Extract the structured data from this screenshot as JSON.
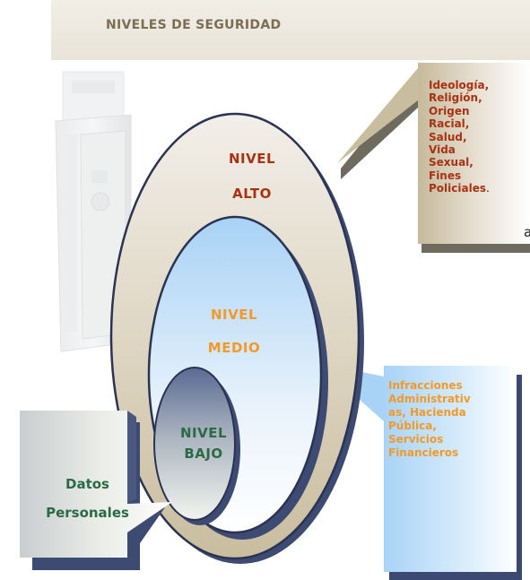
{
  "title": "NIVELES DE SEGURIDAD",
  "levels": {
    "alto": {
      "line1": "NIVEL",
      "line2": "ALTO"
    },
    "medio": {
      "line1": "NIVEL",
      "line2": "MEDIO"
    },
    "bajo": {
      "line1": "NIVEL",
      "line2": "BAJO"
    }
  },
  "callouts": {
    "alto": {
      "lines": [
        "Ideología,",
        "Religión,",
        "Origen",
        "Racial,",
        "Salud,",
        "Vida",
        "Sexual,",
        "Fines"
      ],
      "last": "Policiales",
      "period": "."
    },
    "medio": {
      "lines": [
        "Infracciones",
        "Administrativ",
        "as, Hacienda",
        "Pública,",
        "Servicios",
        "Financieros"
      ]
    },
    "bajo": {
      "lines": [
        "Datos",
        "Personales"
      ]
    }
  },
  "stray_text": "ar",
  "colors": {
    "alto_text": "#a83212",
    "medio_text": "#f19a2a",
    "bajo_text": "#2b6a45",
    "title_text": "#7a6e55"
  },
  "icons": {
    "safe": "safe-icon"
  }
}
